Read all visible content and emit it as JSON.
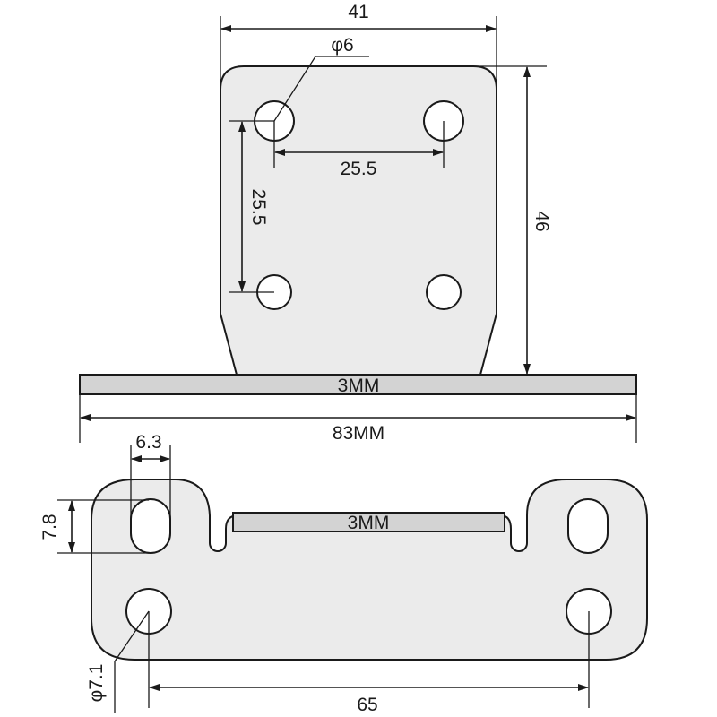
{
  "dimensions": {
    "top_width": "41",
    "hole_diameter_top": "φ6",
    "hole_spacing_horizontal": "25.5",
    "hole_spacing_vertical": "25.5",
    "height": "46",
    "thickness_side": "3MM",
    "total_length": "83MM",
    "slot_width": "6.3",
    "slot_height": "7.8",
    "thickness_bottom": "3MM",
    "hole_diameter_bottom": "φ7.1",
    "hole_spacing_bottom": "65"
  }
}
